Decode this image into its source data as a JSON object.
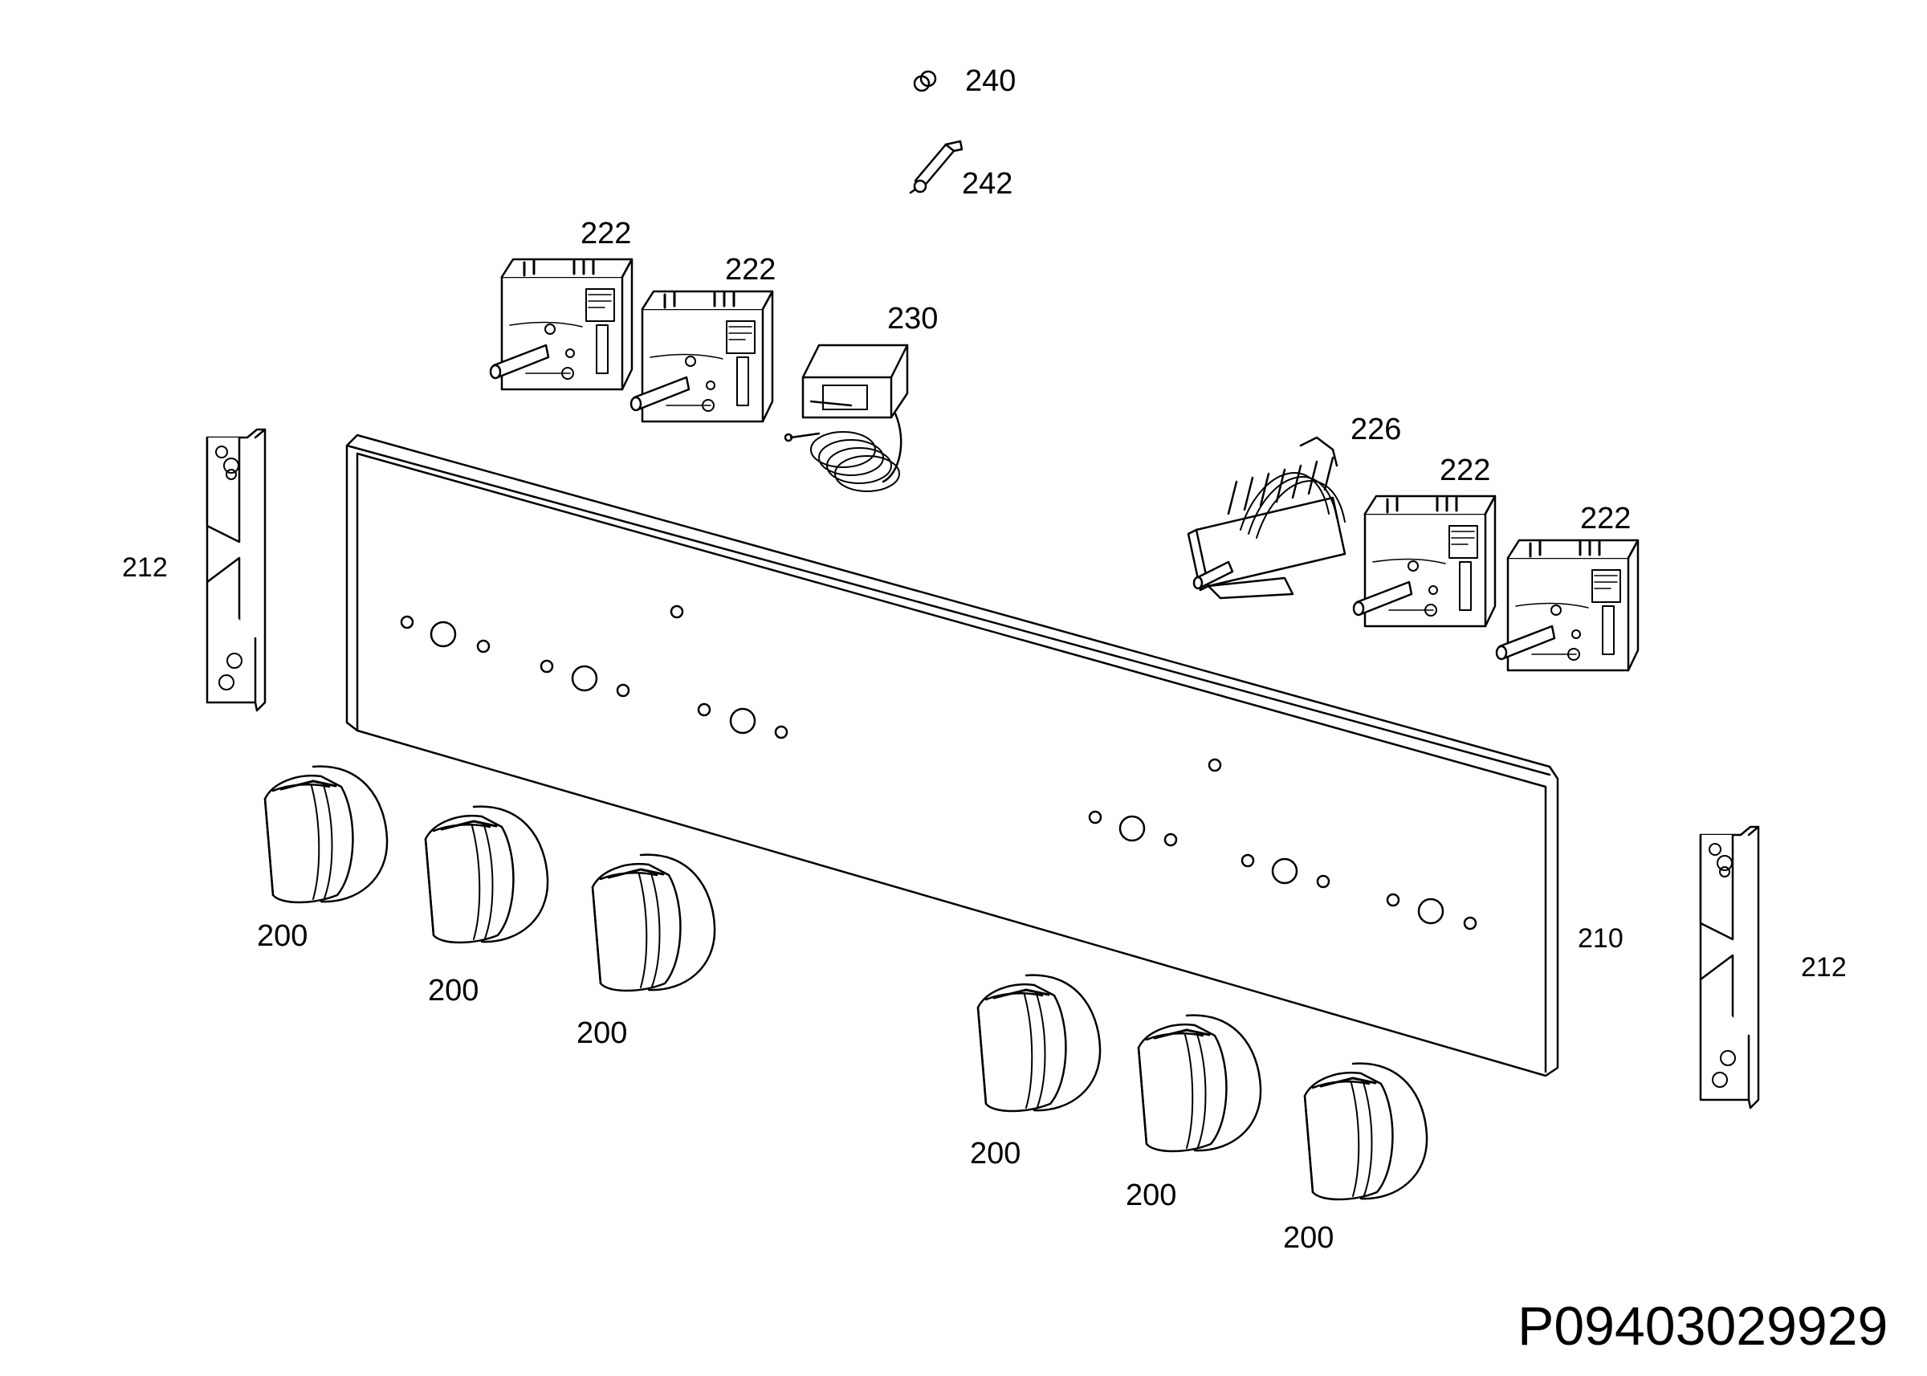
{
  "document_id": "P09403029929",
  "labels": {
    "clip": "240",
    "sensor": "242",
    "regulator_1": "222",
    "regulator_2": "222",
    "thermostat": "230",
    "selector_switch": "226",
    "regulator_3": "222",
    "regulator_4": "222",
    "bracket_left": "212",
    "bracket_right": "212",
    "control_panel": "210",
    "knob_1": "200",
    "knob_2": "200",
    "knob_3": "200",
    "knob_4": "200",
    "knob_5": "200",
    "knob_6": "200"
  },
  "colors": {
    "line": "#000000",
    "background": "#ffffff"
  }
}
